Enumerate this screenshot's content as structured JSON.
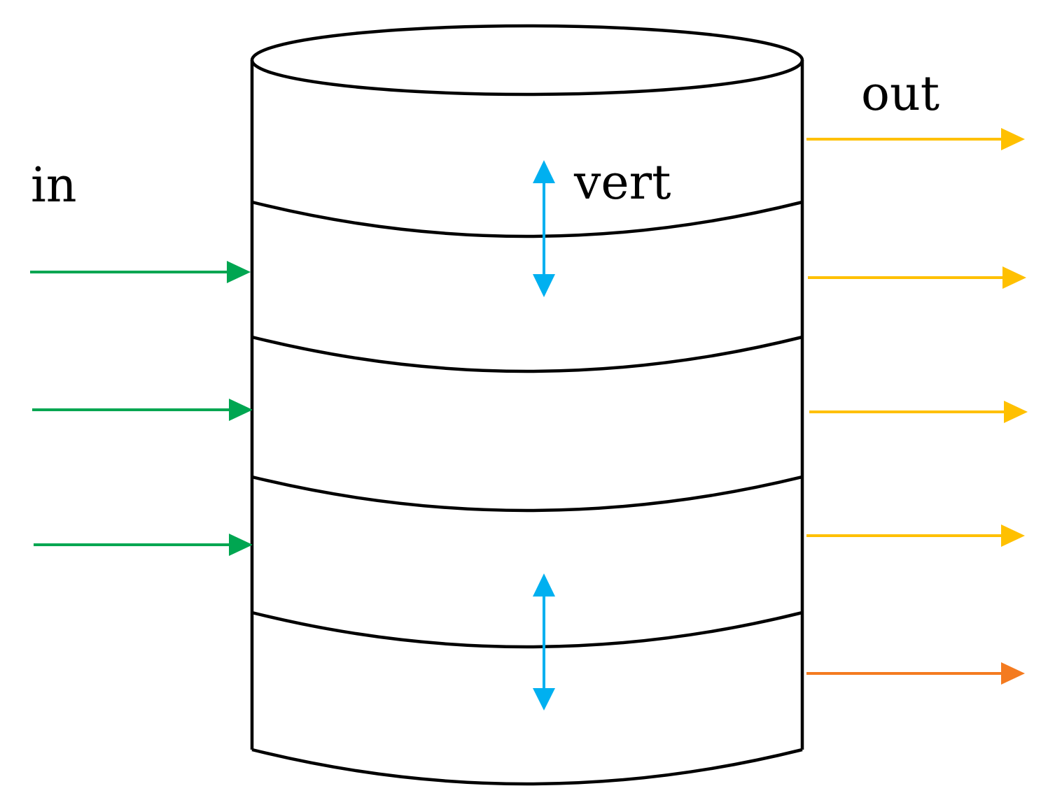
{
  "labels": {
    "in": "in",
    "out": "out",
    "vert": "vert"
  },
  "layers": 5,
  "colors": {
    "inflow": "#00a651",
    "outflow": "#ffc000",
    "outflow_bottom": "#f47b20",
    "vertical": "#00b0f0",
    "outline": "#000000"
  },
  "arrows": {
    "inflow_count": 3,
    "outflow_count": 5,
    "vertical_count": 2
  }
}
